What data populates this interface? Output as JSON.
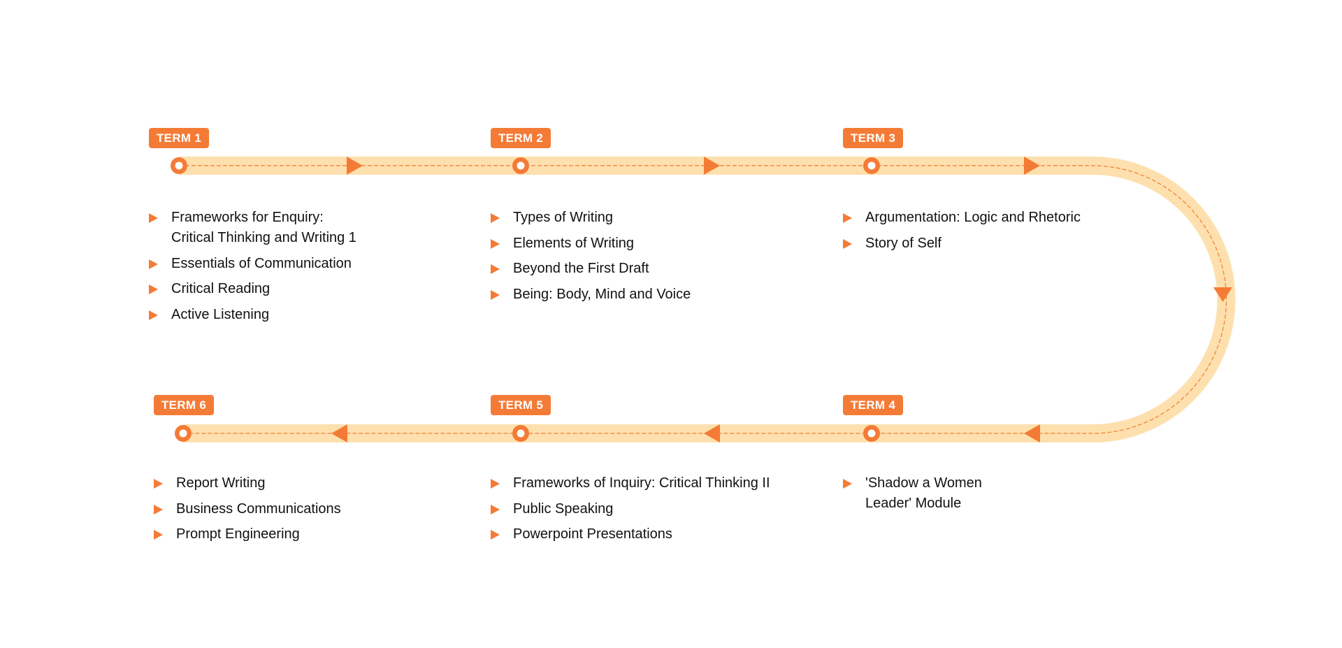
{
  "colors": {
    "accent": "#f47b36",
    "track": "#fde0ad",
    "text": "#111111"
  },
  "terms": [
    {
      "label": "TERM 1",
      "items": [
        "Frameworks for Enquiry: Critical Thinking and Writing 1",
        "Essentials of Communication",
        "Critical Reading",
        "Active Listening"
      ]
    },
    {
      "label": "TERM 2",
      "items": [
        "Types of Writing",
        "Elements of Writing",
        "Beyond the First Draft",
        "Being: Body, Mind and Voice"
      ]
    },
    {
      "label": "TERM 3",
      "items": [
        "Argumentation: Logic and Rhetoric",
        "Story of Self"
      ]
    },
    {
      "label": "TERM 4",
      "items": [
        "'Shadow a Women Leader' Module"
      ]
    },
    {
      "label": "TERM 5",
      "items": [
        "Frameworks of Inquiry: Critical Thinking II",
        "Public Speaking",
        "Powerpoint Presentations"
      ]
    },
    {
      "label": "TERM 6",
      "items": [
        "Report Writing",
        "Business Communications",
        "Prompt Engineering"
      ]
    }
  ]
}
